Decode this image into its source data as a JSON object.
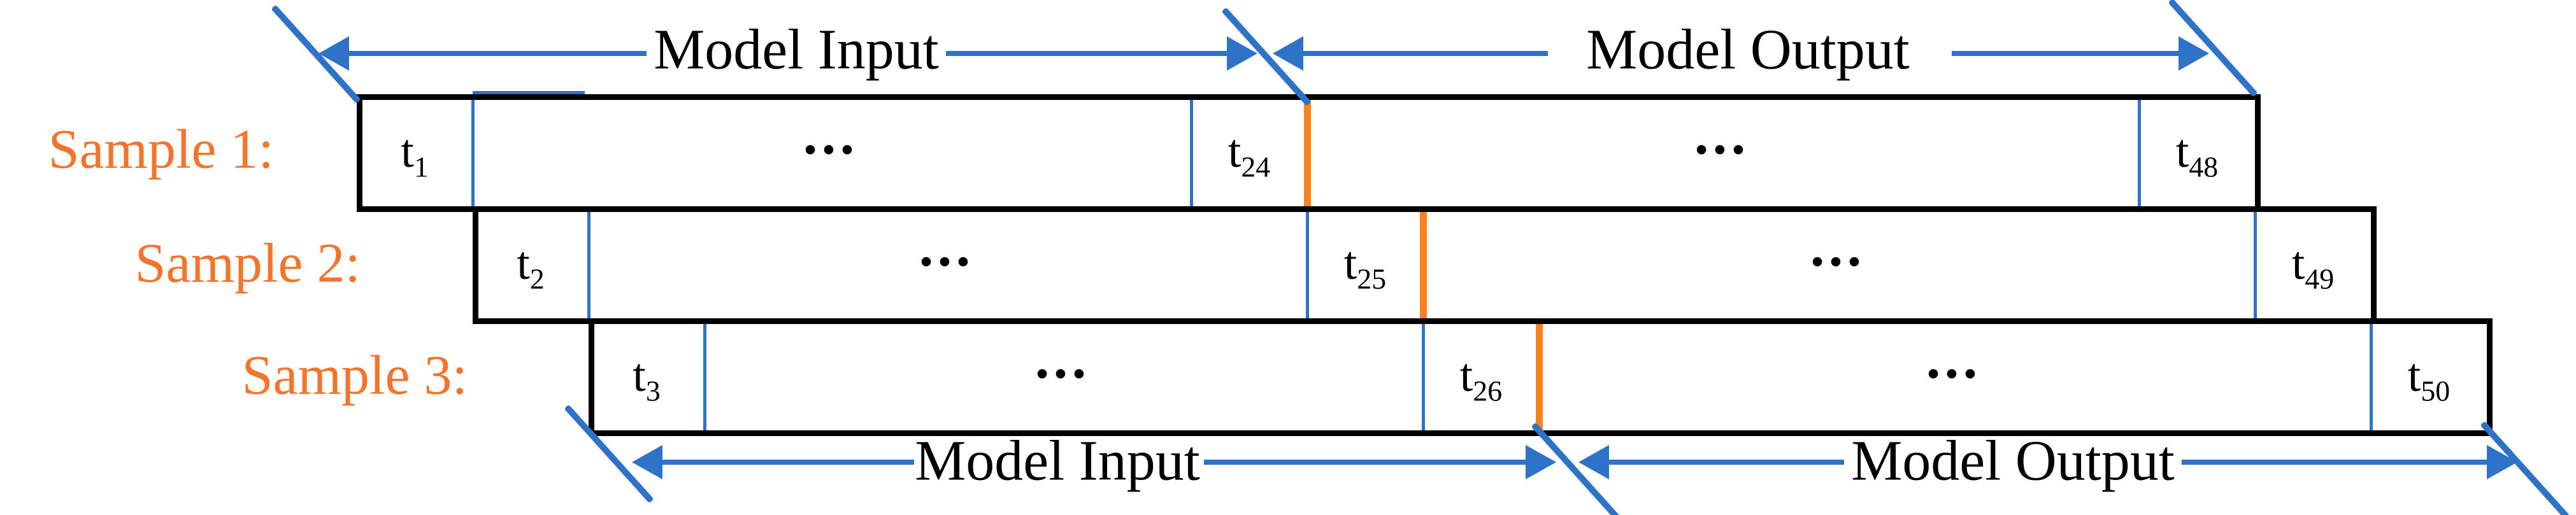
{
  "colors": {
    "blue": "#2E73C8",
    "orange": "#F9821D",
    "sample_label": "#F4742B",
    "border": "#000000",
    "bg": "#FFFFFF"
  },
  "dots": "•••",
  "annotations": {
    "top": {
      "input": "Model Input",
      "output": "Model Output"
    },
    "bottom": {
      "input": "Model Input",
      "output": "Model Output"
    }
  },
  "samples": [
    {
      "label": "Sample 1:",
      "first": {
        "base": "t",
        "sub": "1"
      },
      "split": {
        "base": "t",
        "sub": "24"
      },
      "last": {
        "base": "t",
        "sub": "48"
      }
    },
    {
      "label": "Sample 2:",
      "first": {
        "base": "t",
        "sub": "2"
      },
      "split": {
        "base": "t",
        "sub": "25"
      },
      "last": {
        "base": "t",
        "sub": "49"
      }
    },
    {
      "label": "Sample 3:",
      "first": {
        "base": "t",
        "sub": "3"
      },
      "split": {
        "base": "t",
        "sub": "26"
      },
      "last": {
        "base": "t",
        "sub": "50"
      }
    }
  ]
}
